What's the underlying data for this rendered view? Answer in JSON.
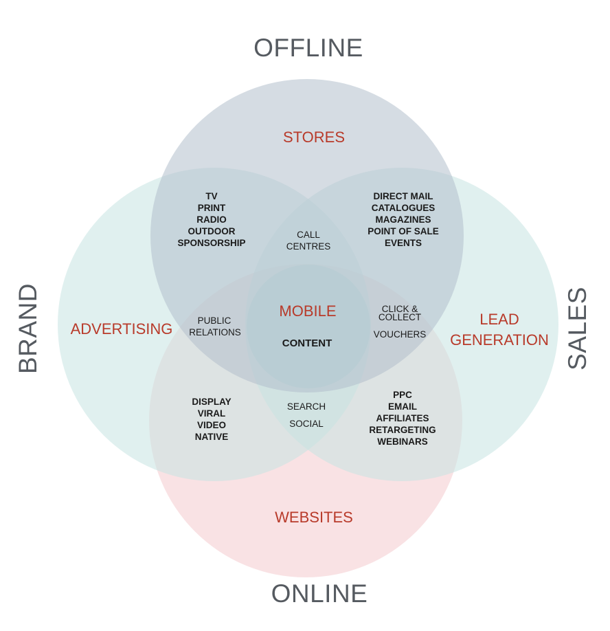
{
  "axes": {
    "top": "OFFLINE",
    "bottom": "ONLINE",
    "left": "BRAND",
    "right": "SALES"
  },
  "categories": {
    "top": "STORES",
    "left": "ADVERTISING",
    "right_line1": "LEAD",
    "right_line2": "GENERATION",
    "bottom": "WEBSITES",
    "center": "MOBILE"
  },
  "regions": {
    "stores_advertising": [
      "TV",
      "PRINT",
      "RADIO",
      "OUTDOOR",
      "SPONSORSHIP"
    ],
    "stores_lead": [
      "DIRECT MAIL",
      "CATALOGUES",
      "MAGAZINES",
      "POINT OF SALE",
      "EVENTS"
    ],
    "stores_center": [
      "CALL",
      "CENTRES"
    ],
    "advertising_center": [
      "PUBLIC",
      "RELATIONS"
    ],
    "lead_center": [
      "CLICK &",
      "COLLECT",
      "VOUCHERS"
    ],
    "center": "CONTENT",
    "advertising_websites": [
      "DISPLAY",
      "VIRAL",
      "VIDEO",
      "NATIVE"
    ],
    "websites_center": [
      "SEARCH",
      "SOCIAL"
    ],
    "lead_websites": [
      "PPC",
      "EMAIL",
      "AFFILIATES",
      "RETARGETING",
      "WEBINARS"
    ]
  },
  "colors": {
    "stores_circle": "#b2bfcc",
    "side_circles": "#c6e3e1",
    "websites_circle": "#f3c6c9",
    "center_circle": "#8fc9c6",
    "category_text": "#b83a2a",
    "axis_text": "#555a60"
  }
}
